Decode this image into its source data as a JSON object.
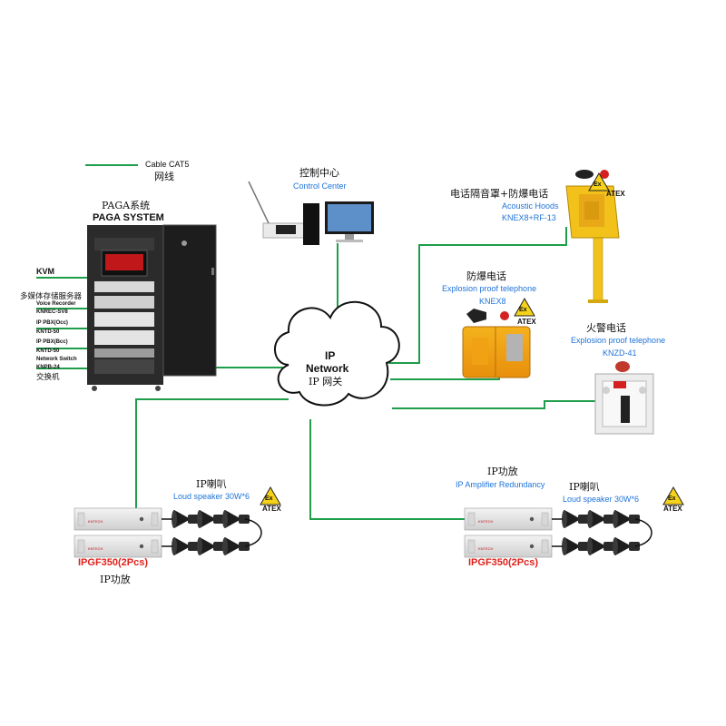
{
  "legend": {
    "cable_line": "Cable CAT5",
    "cable_cn": "网线"
  },
  "paga": {
    "title_cn": "PAGA系统",
    "title_en": "PAGA SYSTEM",
    "labels": {
      "kvm": "KVM",
      "multimedia_cn": "多媒体存储服务器",
      "voice_recorder": "Voice Recorder",
      "knrec": "KNREC-SV8",
      "pbx_occ": "IP PBX(Occ)",
      "kntd1": "KNTD-50",
      "pbx_bcc": "IP PBX(Bcc)",
      "kntd2": "KNTD-50",
      "net_switch": "Network Switch",
      "knpb": "KNPB-24",
      "switch_cn": "交换机"
    }
  },
  "control_center": {
    "cn": "控制中心",
    "en": "Control Center"
  },
  "cloud": {
    "line1": "IP",
    "line2": "Network",
    "line3": "IP  网关"
  },
  "acoustic_hood": {
    "cn": "电话隔音罩+防爆电话",
    "en": "Acoustic Hoods",
    "model": "KNEX8+RF-13"
  },
  "explosion_phone1": {
    "cn": "防爆电话",
    "en": "Explosion proof telephone",
    "model": "KNEX8"
  },
  "explosion_phone2": {
    "cn": "火警电话",
    "en": "Explosion proof telephone",
    "model": "KNZD-41"
  },
  "atex": {
    "mark": "Ex",
    "text": "ATEX"
  },
  "amp_left": {
    "speaker_cn": "IP喇叭",
    "speaker_en": "Loud speaker 30W*6",
    "model": "IPGF350(2Pcs)",
    "amp_cn": "IP功放"
  },
  "amp_right": {
    "amp_cn": "IP功放",
    "redundancy": "IP Amplifier Redundancy",
    "speaker_cn": "IP喇叭",
    "speaker_en": "Loud speaker 30W*6",
    "model": "IPGF350(2Pcs)"
  },
  "colors": {
    "cable": "#1e9e4a",
    "accent_blue": "#1e73d8",
    "model_red": "#e0201b",
    "yellow": "#f2c21b"
  }
}
